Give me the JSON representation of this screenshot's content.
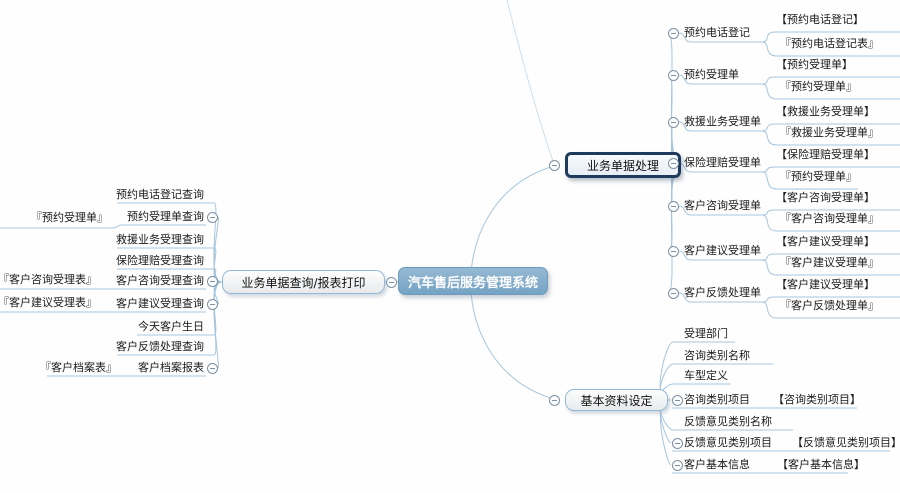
{
  "diagram": {
    "root": "汽车售后服务管理系统",
    "colors": {
      "connector": "#a6c5dd",
      "central_fill": "#7ba6c6",
      "selected_border": "#1e3a5c",
      "bubble_border": "#92b9d5"
    },
    "left_branch": {
      "label": "业务单据查询/报表打印",
      "items": [
        {
          "label": "预约电话登记查询"
        },
        {
          "label": "预约受理单查询",
          "report": "『预约受理单』"
        },
        {
          "label": "救援业务受理查询"
        },
        {
          "label": "保险理赔受理查询"
        },
        {
          "label": "客户咨询受理查询",
          "report": "『客户咨询受理表』"
        },
        {
          "label": "客户建议受理查询",
          "report": "『客户建议受理表』"
        },
        {
          "label": "今天客户生日"
        },
        {
          "label": "客户反馈处理查询"
        },
        {
          "label": "客户档案报表",
          "report": "『客户档案表』"
        }
      ]
    },
    "top_right_branch": {
      "label": "业务单据处理",
      "items": [
        {
          "label": "预约电话登记",
          "screen": "【预约电话登记】",
          "report": "『预约电话登记表』"
        },
        {
          "label": "预约受理单",
          "screen": "【预约受理单】",
          "report": "『预约受理单』"
        },
        {
          "label": "救援业务受理单",
          "screen": "【救援业务受理单】",
          "report": "『救援业务受理单』"
        },
        {
          "label": "保险理赔受理单",
          "screen": "【保险理赔受理单】",
          "report": "『预约受理单』"
        },
        {
          "label": "客户咨询受理单",
          "screen": "【客户咨询受理单】",
          "report": "『客户咨询受理单』"
        },
        {
          "label": "客户建议受理单",
          "screen": "【客户建议受理单】",
          "report": "『客户建议受理单』"
        },
        {
          "label": "客户反馈处理单",
          "screen": "【客户建议受理单】",
          "report": "『客户反馈处理单』"
        }
      ]
    },
    "bottom_right_branch": {
      "label": "基本资料设定",
      "items": [
        {
          "label": "受理部门"
        },
        {
          "label": "咨询类别名称"
        },
        {
          "label": "车型定义"
        },
        {
          "label": "咨询类别项目",
          "screen": "【咨询类别项目】"
        },
        {
          "label": "反馈意见类别名称"
        },
        {
          "label": "反馈意见类别项目",
          "screen": "【反馈意见类别项目】"
        },
        {
          "label": "客户基本信息",
          "screen": "【客户基本信息】"
        }
      ]
    }
  }
}
